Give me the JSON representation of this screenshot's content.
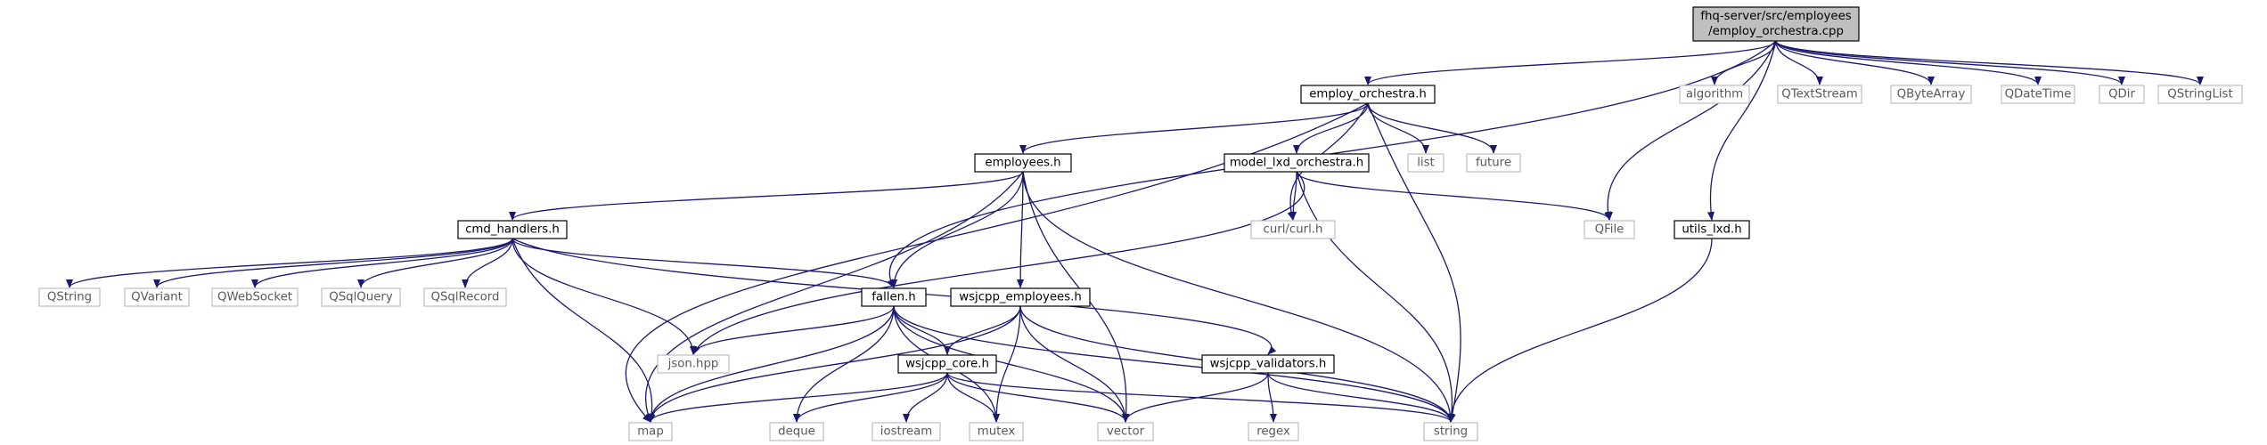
{
  "diagram": {
    "nodes": [
      {
        "id": "employ_orchestra_cpp",
        "lines": [
          "fhq-server/src/employees",
          "/employ_orchestra.cpp"
        ],
        "kind": "root"
      },
      {
        "id": "employ_orchestra_h",
        "lines": [
          "employ_orchestra.h"
        ],
        "kind": "local"
      },
      {
        "id": "algorithm",
        "lines": [
          "algorithm"
        ],
        "kind": "system"
      },
      {
        "id": "QTextStream",
        "lines": [
          "QTextStream"
        ],
        "kind": "system"
      },
      {
        "id": "QByteArray",
        "lines": [
          "QByteArray"
        ],
        "kind": "system"
      },
      {
        "id": "QDateTime",
        "lines": [
          "QDateTime"
        ],
        "kind": "system"
      },
      {
        "id": "QDir",
        "lines": [
          "QDir"
        ],
        "kind": "system"
      },
      {
        "id": "QStringList",
        "lines": [
          "QStringList"
        ],
        "kind": "system"
      },
      {
        "id": "employees_h",
        "lines": [
          "employees.h"
        ],
        "kind": "local"
      },
      {
        "id": "model_lxd_orchestra_h",
        "lines": [
          "model_lxd_orchestra.h"
        ],
        "kind": "local"
      },
      {
        "id": "list",
        "lines": [
          "list"
        ],
        "kind": "system"
      },
      {
        "id": "future",
        "lines": [
          "future"
        ],
        "kind": "system"
      },
      {
        "id": "curl_h",
        "lines": [
          "curl/curl.h"
        ],
        "kind": "system"
      },
      {
        "id": "QFile",
        "lines": [
          "QFile"
        ],
        "kind": "system"
      },
      {
        "id": "utils_lxd_h",
        "lines": [
          "utils_lxd.h"
        ],
        "kind": "local"
      },
      {
        "id": "cmd_handlers_h",
        "lines": [
          "cmd_handlers.h"
        ],
        "kind": "local"
      },
      {
        "id": "QString",
        "lines": [
          "QString"
        ],
        "kind": "system"
      },
      {
        "id": "QVariant",
        "lines": [
          "QVariant"
        ],
        "kind": "system"
      },
      {
        "id": "QWebSocket",
        "lines": [
          "QWebSocket"
        ],
        "kind": "system"
      },
      {
        "id": "QSqlQuery",
        "lines": [
          "QSqlQuery"
        ],
        "kind": "system"
      },
      {
        "id": "QSqlRecord",
        "lines": [
          "QSqlRecord"
        ],
        "kind": "system"
      },
      {
        "id": "fallen_h",
        "lines": [
          "fallen.h"
        ],
        "kind": "local"
      },
      {
        "id": "wsjcpp_employees_h",
        "lines": [
          "wsjcpp_employees.h"
        ],
        "kind": "local"
      },
      {
        "id": "json_hpp",
        "lines": [
          "json.hpp"
        ],
        "kind": "system"
      },
      {
        "id": "wsjcpp_core_h",
        "lines": [
          "wsjcpp_core.h"
        ],
        "kind": "local"
      },
      {
        "id": "wsjcpp_validators_h",
        "lines": [
          "wsjcpp_validators.h"
        ],
        "kind": "local"
      },
      {
        "id": "map",
        "lines": [
          "map"
        ],
        "kind": "system"
      },
      {
        "id": "deque",
        "lines": [
          "deque"
        ],
        "kind": "system"
      },
      {
        "id": "iostream",
        "lines": [
          "iostream"
        ],
        "kind": "system"
      },
      {
        "id": "mutex",
        "lines": [
          "mutex"
        ],
        "kind": "system"
      },
      {
        "id": "vector",
        "lines": [
          "vector"
        ],
        "kind": "system"
      },
      {
        "id": "regex",
        "lines": [
          "regex"
        ],
        "kind": "system"
      },
      {
        "id": "string",
        "lines": [
          "string"
        ],
        "kind": "system"
      }
    ],
    "edges": [
      [
        "employ_orchestra_cpp",
        "employ_orchestra_h"
      ],
      [
        "employ_orchestra_cpp",
        "algorithm"
      ],
      [
        "employ_orchestra_cpp",
        "QTextStream"
      ],
      [
        "employ_orchestra_cpp",
        "QByteArray"
      ],
      [
        "employ_orchestra_cpp",
        "QDateTime"
      ],
      [
        "employ_orchestra_cpp",
        "QDir"
      ],
      [
        "employ_orchestra_cpp",
        "QStringList"
      ],
      [
        "employ_orchestra_cpp",
        "QFile"
      ],
      [
        "employ_orchestra_cpp",
        "utils_lxd_h"
      ],
      [
        "employ_orchestra_cpp",
        "fallen_h"
      ],
      [
        "employ_orchestra_h",
        "employees_h"
      ],
      [
        "employ_orchestra_h",
        "model_lxd_orchestra_h"
      ],
      [
        "employ_orchestra_h",
        "list"
      ],
      [
        "employ_orchestra_h",
        "future"
      ],
      [
        "employ_orchestra_h",
        "curl_h"
      ],
      [
        "employ_orchestra_h",
        "map"
      ],
      [
        "employ_orchestra_h",
        "string"
      ],
      [
        "employees_h",
        "cmd_handlers_h"
      ],
      [
        "employees_h",
        "fallen_h"
      ],
      [
        "employees_h",
        "wsjcpp_employees_h"
      ],
      [
        "employees_h",
        "map"
      ],
      [
        "employees_h",
        "vector"
      ],
      [
        "employees_h",
        "string"
      ],
      [
        "model_lxd_orchestra_h",
        "curl_h"
      ],
      [
        "model_lxd_orchestra_h",
        "QFile"
      ],
      [
        "model_lxd_orchestra_h",
        "json_hpp"
      ],
      [
        "model_lxd_orchestra_h",
        "string"
      ],
      [
        "utils_lxd_h",
        "string"
      ],
      [
        "cmd_handlers_h",
        "QString"
      ],
      [
        "cmd_handlers_h",
        "QVariant"
      ],
      [
        "cmd_handlers_h",
        "QWebSocket"
      ],
      [
        "cmd_handlers_h",
        "QSqlQuery"
      ],
      [
        "cmd_handlers_h",
        "QSqlRecord"
      ],
      [
        "cmd_handlers_h",
        "fallen_h"
      ],
      [
        "cmd_handlers_h",
        "json_hpp"
      ],
      [
        "cmd_handlers_h",
        "map"
      ],
      [
        "cmd_handlers_h",
        "wsjcpp_validators_h"
      ],
      [
        "fallen_h",
        "json_hpp"
      ],
      [
        "fallen_h",
        "wsjcpp_core_h"
      ],
      [
        "fallen_h",
        "map"
      ],
      [
        "fallen_h",
        "deque"
      ],
      [
        "fallen_h",
        "mutex"
      ],
      [
        "fallen_h",
        "vector"
      ],
      [
        "fallen_h",
        "string"
      ],
      [
        "wsjcpp_employees_h",
        "wsjcpp_core_h"
      ],
      [
        "wsjcpp_employees_h",
        "map"
      ],
      [
        "wsjcpp_employees_h",
        "mutex"
      ],
      [
        "wsjcpp_employees_h",
        "vector"
      ],
      [
        "wsjcpp_employees_h",
        "string"
      ],
      [
        "wsjcpp_core_h",
        "map"
      ],
      [
        "wsjcpp_core_h",
        "deque"
      ],
      [
        "wsjcpp_core_h",
        "iostream"
      ],
      [
        "wsjcpp_core_h",
        "mutex"
      ],
      [
        "wsjcpp_core_h",
        "vector"
      ],
      [
        "wsjcpp_core_h",
        "string"
      ],
      [
        "wsjcpp_validators_h",
        "regex"
      ],
      [
        "wsjcpp_validators_h",
        "vector"
      ],
      [
        "wsjcpp_validators_h",
        "string"
      ]
    ]
  },
  "colors": {
    "edge": "#191970",
    "root_fill": "#bfbfbf",
    "local_border": "#000000",
    "system_border": "#bfbfbf",
    "system_text": "#595959"
  }
}
